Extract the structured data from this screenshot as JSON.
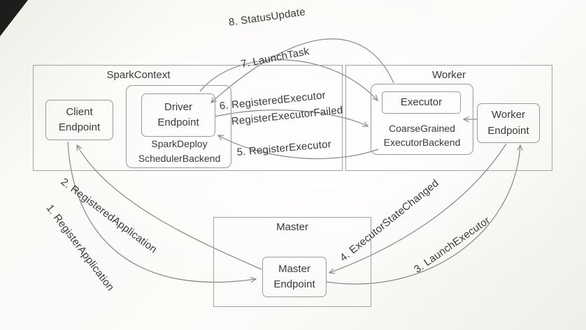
{
  "diagram": {
    "spark_context": {
      "title": "SparkContext",
      "client_endpoint": "Client\nEndpoint",
      "scheduler_backend": "SparkDeploy\nSchedulerBackend",
      "driver_endpoint": "Driver\nEndpoint"
    },
    "worker": {
      "title": "Worker",
      "executor": "Executor",
      "executor_backend": "CoarseGrained\nExecutorBackend",
      "worker_endpoint": "Worker\nEndpoint"
    },
    "master": {
      "title": "Master",
      "master_endpoint": "Master\nEndpoint"
    },
    "messages": {
      "m1": "1. RegisterApplication",
      "m2": "2. RegisteredApplication",
      "m3": "3. LaunchExecutor",
      "m4": "4. ExecutorStateChanged",
      "m5": "5. RegisterExecutor",
      "m6_line1": "6. RegisteredExecutor",
      "m6_line2": "RegisterExecutorFailed",
      "m7": "7. LaunchTask",
      "m8": "8. StatusUpdate"
    },
    "colors": {
      "arrow": "#8a8a8a",
      "border": "#9e9e9e",
      "text": "#3a3a3a"
    }
  }
}
